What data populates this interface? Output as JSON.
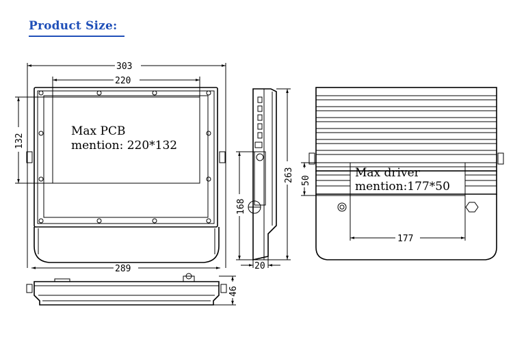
{
  "heading": "Product Size:",
  "front_view": {
    "overall_width": "303",
    "pcb_width": "220",
    "pcb_height": "132",
    "bottom_width": "289",
    "note_line1": "Max PCB",
    "note_line2": "mention: 220*132"
  },
  "side_view": {
    "height": "263",
    "lower_height": "168",
    "depth": "20"
  },
  "back_view": {
    "driver_height": "50",
    "driver_width": "177",
    "note_line1": "Max driver",
    "note_line2": "mention:177*50"
  },
  "bottom_view": {
    "thickness": "46"
  }
}
